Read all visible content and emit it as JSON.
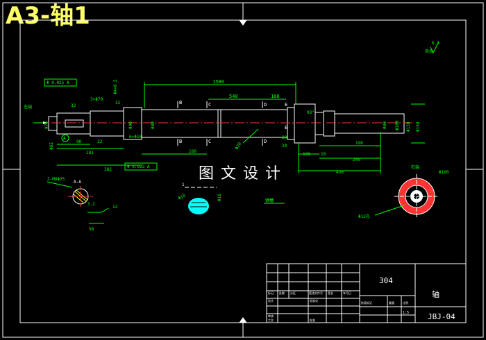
{
  "sheet_title": "A3-轴1",
  "watermark": "图文设计",
  "colors": {
    "background": "#000000",
    "frame": "#ffffff",
    "outline": "#ffffff",
    "dimension": "#00ff00",
    "center": "#ff3333",
    "title_accent": "#ffff66",
    "hatch": "#ffff00"
  },
  "main_view": {
    "overall_length": "1500",
    "dims_top": [
      "540",
      "160"
    ],
    "dims_bottom": [
      "90",
      "181",
      "22",
      "382",
      "160",
      "20",
      "20",
      "100",
      "10",
      "190",
      "240",
      "430"
    ],
    "diameters": [
      "Φ70",
      "Φ65",
      "Φ90",
      "Φ80",
      "Φ80",
      "Φ100",
      "Φ130",
      "Φ150"
    ],
    "tolerance_frames": [
      "Φ 0.025 A",
      "Φ 0.025 A"
    ],
    "datum": "A",
    "section_letters": [
      "B",
      "B",
      "C",
      "C",
      "D",
      "D",
      "E",
      "E"
    ],
    "roughness": [
      "32",
      "32",
      "3.2",
      "6.3"
    ],
    "annotations": [
      "3×Φ70",
      "6×Φ10",
      "Φ4×0.5",
      "93°",
      "Φ20",
      "其余"
    ],
    "left_label": "左端"
  },
  "section_aa": {
    "label": "A-A",
    "hole_label": "2-M8Φ25",
    "roughness": "3.2",
    "dims": [
      "12",
      "58"
    ]
  },
  "section_small": {
    "label": "1",
    "dims": [
      "Φ10",
      "Φ16"
    ],
    "note": "键槽"
  },
  "end_view": {
    "label": "右端",
    "diameter": "Φ160",
    "pcd_note": "Φ12孔"
  },
  "roughness_note": {
    "label": "其余",
    "value": "6.3"
  },
  "title_block": {
    "material": "304",
    "part_name": "轴",
    "drawing_no": "JBJ-04",
    "scale": "1:5",
    "small_labels": [
      "标记",
      "处数",
      "分区",
      "更改文件号",
      "签名",
      "年月日",
      "设计",
      "标准化",
      "审核",
      "工艺",
      "批准",
      "阶段标记",
      "重量",
      "比例"
    ]
  }
}
